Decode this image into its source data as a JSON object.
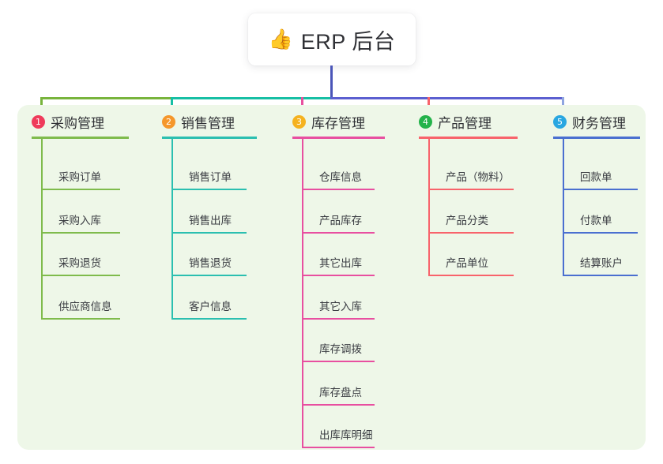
{
  "root": {
    "icon": "thumbs-up-emoji",
    "emoji": "👍",
    "title": "ERP 后台"
  },
  "palette": {
    "panel_bg": "#eef7e8",
    "page_bg": "#ffffff",
    "root_card_bg": "#ffffff",
    "text": "#2f3035",
    "leaf_text": "#3a3c42",
    "center_stem": "#4a55b8",
    "trunk_left": "#78b43c",
    "trunk_mid": "#16bfa4",
    "trunk_right": "#5b5fd0"
  },
  "columns": [
    {
      "number": "1",
      "title": "采购管理",
      "badge_color": "#ef3b5b",
      "line_color": "#7fbb4c",
      "drop_color": "#78b43c",
      "items": [
        "采购订单",
        "采购入库",
        "采购退货",
        "供应商信息"
      ]
    },
    {
      "number": "2",
      "title": "销售管理",
      "badge_color": "#f5972b",
      "line_color": "#2bbfb0",
      "drop_color": "#16bfa4",
      "items": [
        "销售订单",
        "销售出库",
        "销售退货",
        "客户信息"
      ]
    },
    {
      "number": "3",
      "title": "库存管理",
      "badge_color": "#f5b21f",
      "line_color": "#e84fa0",
      "drop_color": "#e8509f",
      "items": [
        "仓库信息",
        "产品库存",
        "其它出库",
        "其它入库",
        "库存调拨",
        "库存盘点",
        "出库库明细"
      ]
    },
    {
      "number": "4",
      "title": "产品管理",
      "badge_color": "#24b34b",
      "line_color": "#f8636b",
      "drop_color": "#f8636b",
      "items": [
        "产品（物料）",
        "产品分类",
        "产品单位"
      ]
    },
    {
      "number": "5",
      "title": "财务管理",
      "badge_color": "#29a7e1",
      "line_color": "#4a6fd0",
      "drop_color": "#8fa5e0",
      "items": [
        "回款单",
        "付款单",
        "结算账户"
      ]
    }
  ]
}
